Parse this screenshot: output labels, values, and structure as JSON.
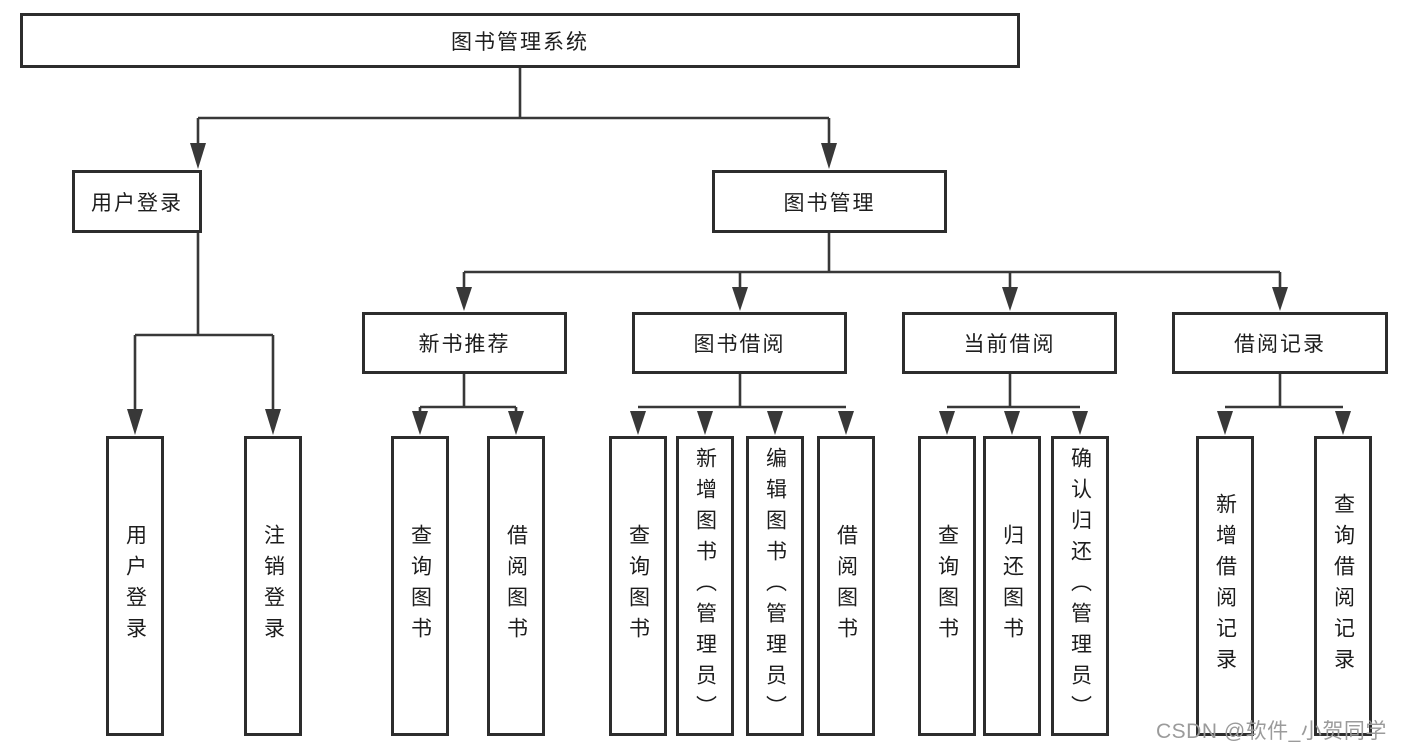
{
  "diagram_title": "图书管理系统",
  "tree": {
    "label": "图书管理系统",
    "children": [
      {
        "label": "用户登录",
        "children": [
          {
            "label": "用户登录"
          },
          {
            "label": "注销登录"
          }
        ]
      },
      {
        "label": "图书管理",
        "children": [
          {
            "label": "新书推荐",
            "children": [
              {
                "label": "查询图书"
              },
              {
                "label": "借阅图书"
              }
            ]
          },
          {
            "label": "图书借阅",
            "children": [
              {
                "label": "查询图书"
              },
              {
                "label": "新增图书（管理员）"
              },
              {
                "label": "编辑图书（管理员）"
              },
              {
                "label": "借阅图书"
              }
            ]
          },
          {
            "label": "当前借阅",
            "children": [
              {
                "label": "查询图书"
              },
              {
                "label": "归还图书"
              },
              {
                "label": "确认归还（管理员）"
              }
            ]
          },
          {
            "label": "借阅记录",
            "children": [
              {
                "label": "新增借阅记录"
              },
              {
                "label": "查询借阅记录"
              }
            ]
          }
        ]
      }
    ]
  },
  "watermark": {
    "text": "CSDN @软件_小贺同学"
  },
  "colors": {
    "line": "#383838",
    "box_border": "#2d2d2d",
    "box_fill": "#ffffff",
    "text": "#1d1d1d",
    "watermark": "#9b9b9b"
  }
}
